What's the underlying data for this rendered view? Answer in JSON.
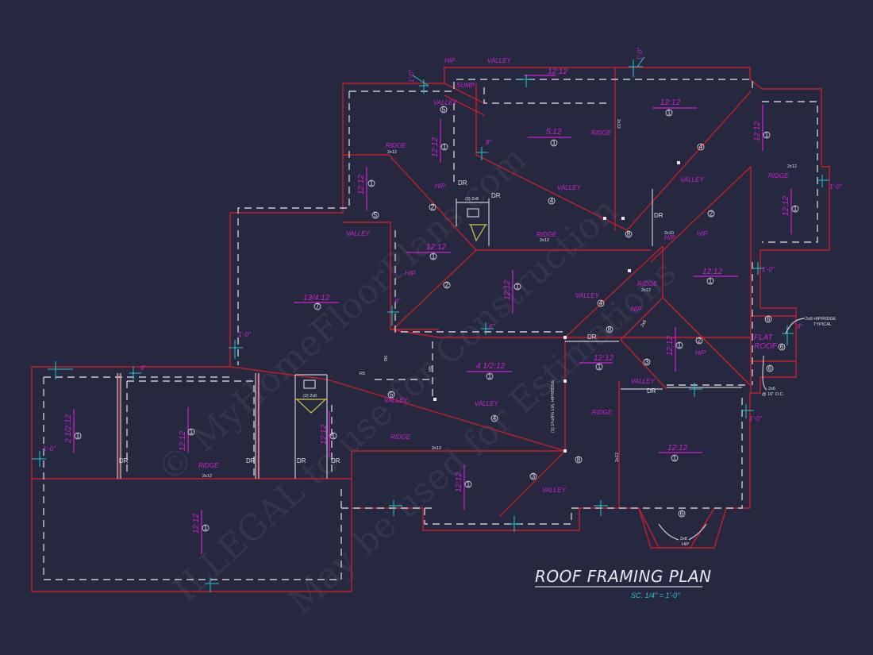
{
  "drawing": {
    "title": "ROOF FRAMING PLAN",
    "scale": "SC. 1/4\" = 1'-0\"",
    "background_color": "#262840",
    "colors": {
      "roof_edge": "#c0202a",
      "wall_line": "#c8c8d0",
      "label_magenta": "#d020d0",
      "leader_cyan": "#20c8c8",
      "text_white": "#e0e0e8",
      "truss_yellow": "#c8d040"
    },
    "watermark": {
      "line1": "© MyHomeFloorPlans.com",
      "line2": "ILLEGAL to use for Construction",
      "line3": "May be used for Estimations"
    }
  },
  "labels": {
    "hip": "HIP",
    "valley": "VALLEY",
    "ridge": "RIDGE",
    "dr": "DR",
    "r5": "R5",
    "size_2x12": "2x12",
    "size_2x8": "2x8",
    "size_2x10": "2x10",
    "pair_2x8": "(2) 2x8",
    "one_foot": "1'-0\"",
    "eight_in": "8\"",
    "six_in": "6\"",
    "lvl_ridge": "(1) 1¾x9¼ LVL HIP/RIDGE",
    "hip_ridge_typ_1": "2x8 HIP/RIDGE",
    "hip_ridge_typ_2": "TYPICAL",
    "flat_1": "FLAT",
    "flat_2": "ROOF",
    "joist_1": "2x6",
    "joist_2": "@ 16\" O.C.",
    "bay_hip_1": "2x8",
    "bay_hip_2": "HIP",
    "step": "SUMP"
  },
  "pitches": [
    {
      "id": "p1",
      "value": "12:12",
      "tag": "1"
    },
    {
      "id": "p2",
      "value": "5:12",
      "tag": "1"
    },
    {
      "id": "p3",
      "value": "12:12",
      "tag": "1"
    },
    {
      "id": "p4",
      "value": "12:12",
      "tag": "1"
    },
    {
      "id": "p5",
      "value": "12:12",
      "tag": "1"
    },
    {
      "id": "p6",
      "value": "12:12",
      "tag": "1"
    },
    {
      "id": "p7",
      "value": "12:12",
      "tag": "1"
    },
    {
      "id": "p8",
      "value": "12:12",
      "tag": "1"
    },
    {
      "id": "p9",
      "value": "12:12",
      "tag": "1"
    },
    {
      "id": "p10",
      "value": "13/4:12",
      "tag": "7"
    },
    {
      "id": "p11",
      "value": "12:12",
      "tag": "1"
    },
    {
      "id": "p12",
      "value": "12:12",
      "tag": "1"
    },
    {
      "id": "p13",
      "value": "4 1/2:12",
      "tag": "1"
    },
    {
      "id": "p14",
      "value": "12:12",
      "tag": "1"
    },
    {
      "id": "p15",
      "value": "12:12",
      "tag": "1"
    },
    {
      "id": "p16",
      "value": "12:12",
      "tag": "1"
    },
    {
      "id": "p17",
      "value": "2 1/2:12",
      "tag": "1"
    },
    {
      "id": "p18",
      "value": "12:12",
      "tag": "1"
    },
    {
      "id": "p19",
      "value": "12:12",
      "tag": "1"
    },
    {
      "id": "p20",
      "value": "12:12",
      "tag": "1"
    },
    {
      "id": "p21",
      "value": "12:12",
      "tag": "1"
    }
  ],
  "tags": {
    "t2": "2",
    "t3": "3",
    "t4": "4",
    "t5": "5",
    "t6": "6",
    "t8": "8"
  }
}
